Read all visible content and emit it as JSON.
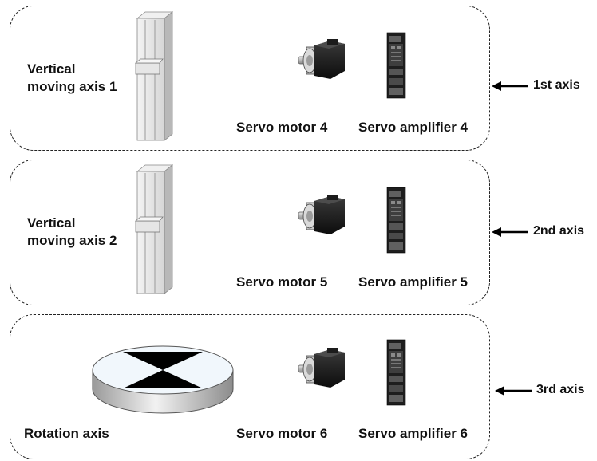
{
  "rows": [
    {
      "mechanism": "Vertical\nmoving axis 1",
      "motor": "Servo motor 4",
      "amplifier": "Servo amplifier 4",
      "axis": "1st axis"
    },
    {
      "mechanism": "Vertical\nmoving axis 2",
      "motor": "Servo motor 5",
      "amplifier": "Servo amplifier 5",
      "axis": "2nd axis"
    },
    {
      "mechanism": "Rotation axis",
      "motor": "Servo motor 6",
      "amplifier": "Servo amplifier 6",
      "axis": "3rd axis"
    }
  ]
}
